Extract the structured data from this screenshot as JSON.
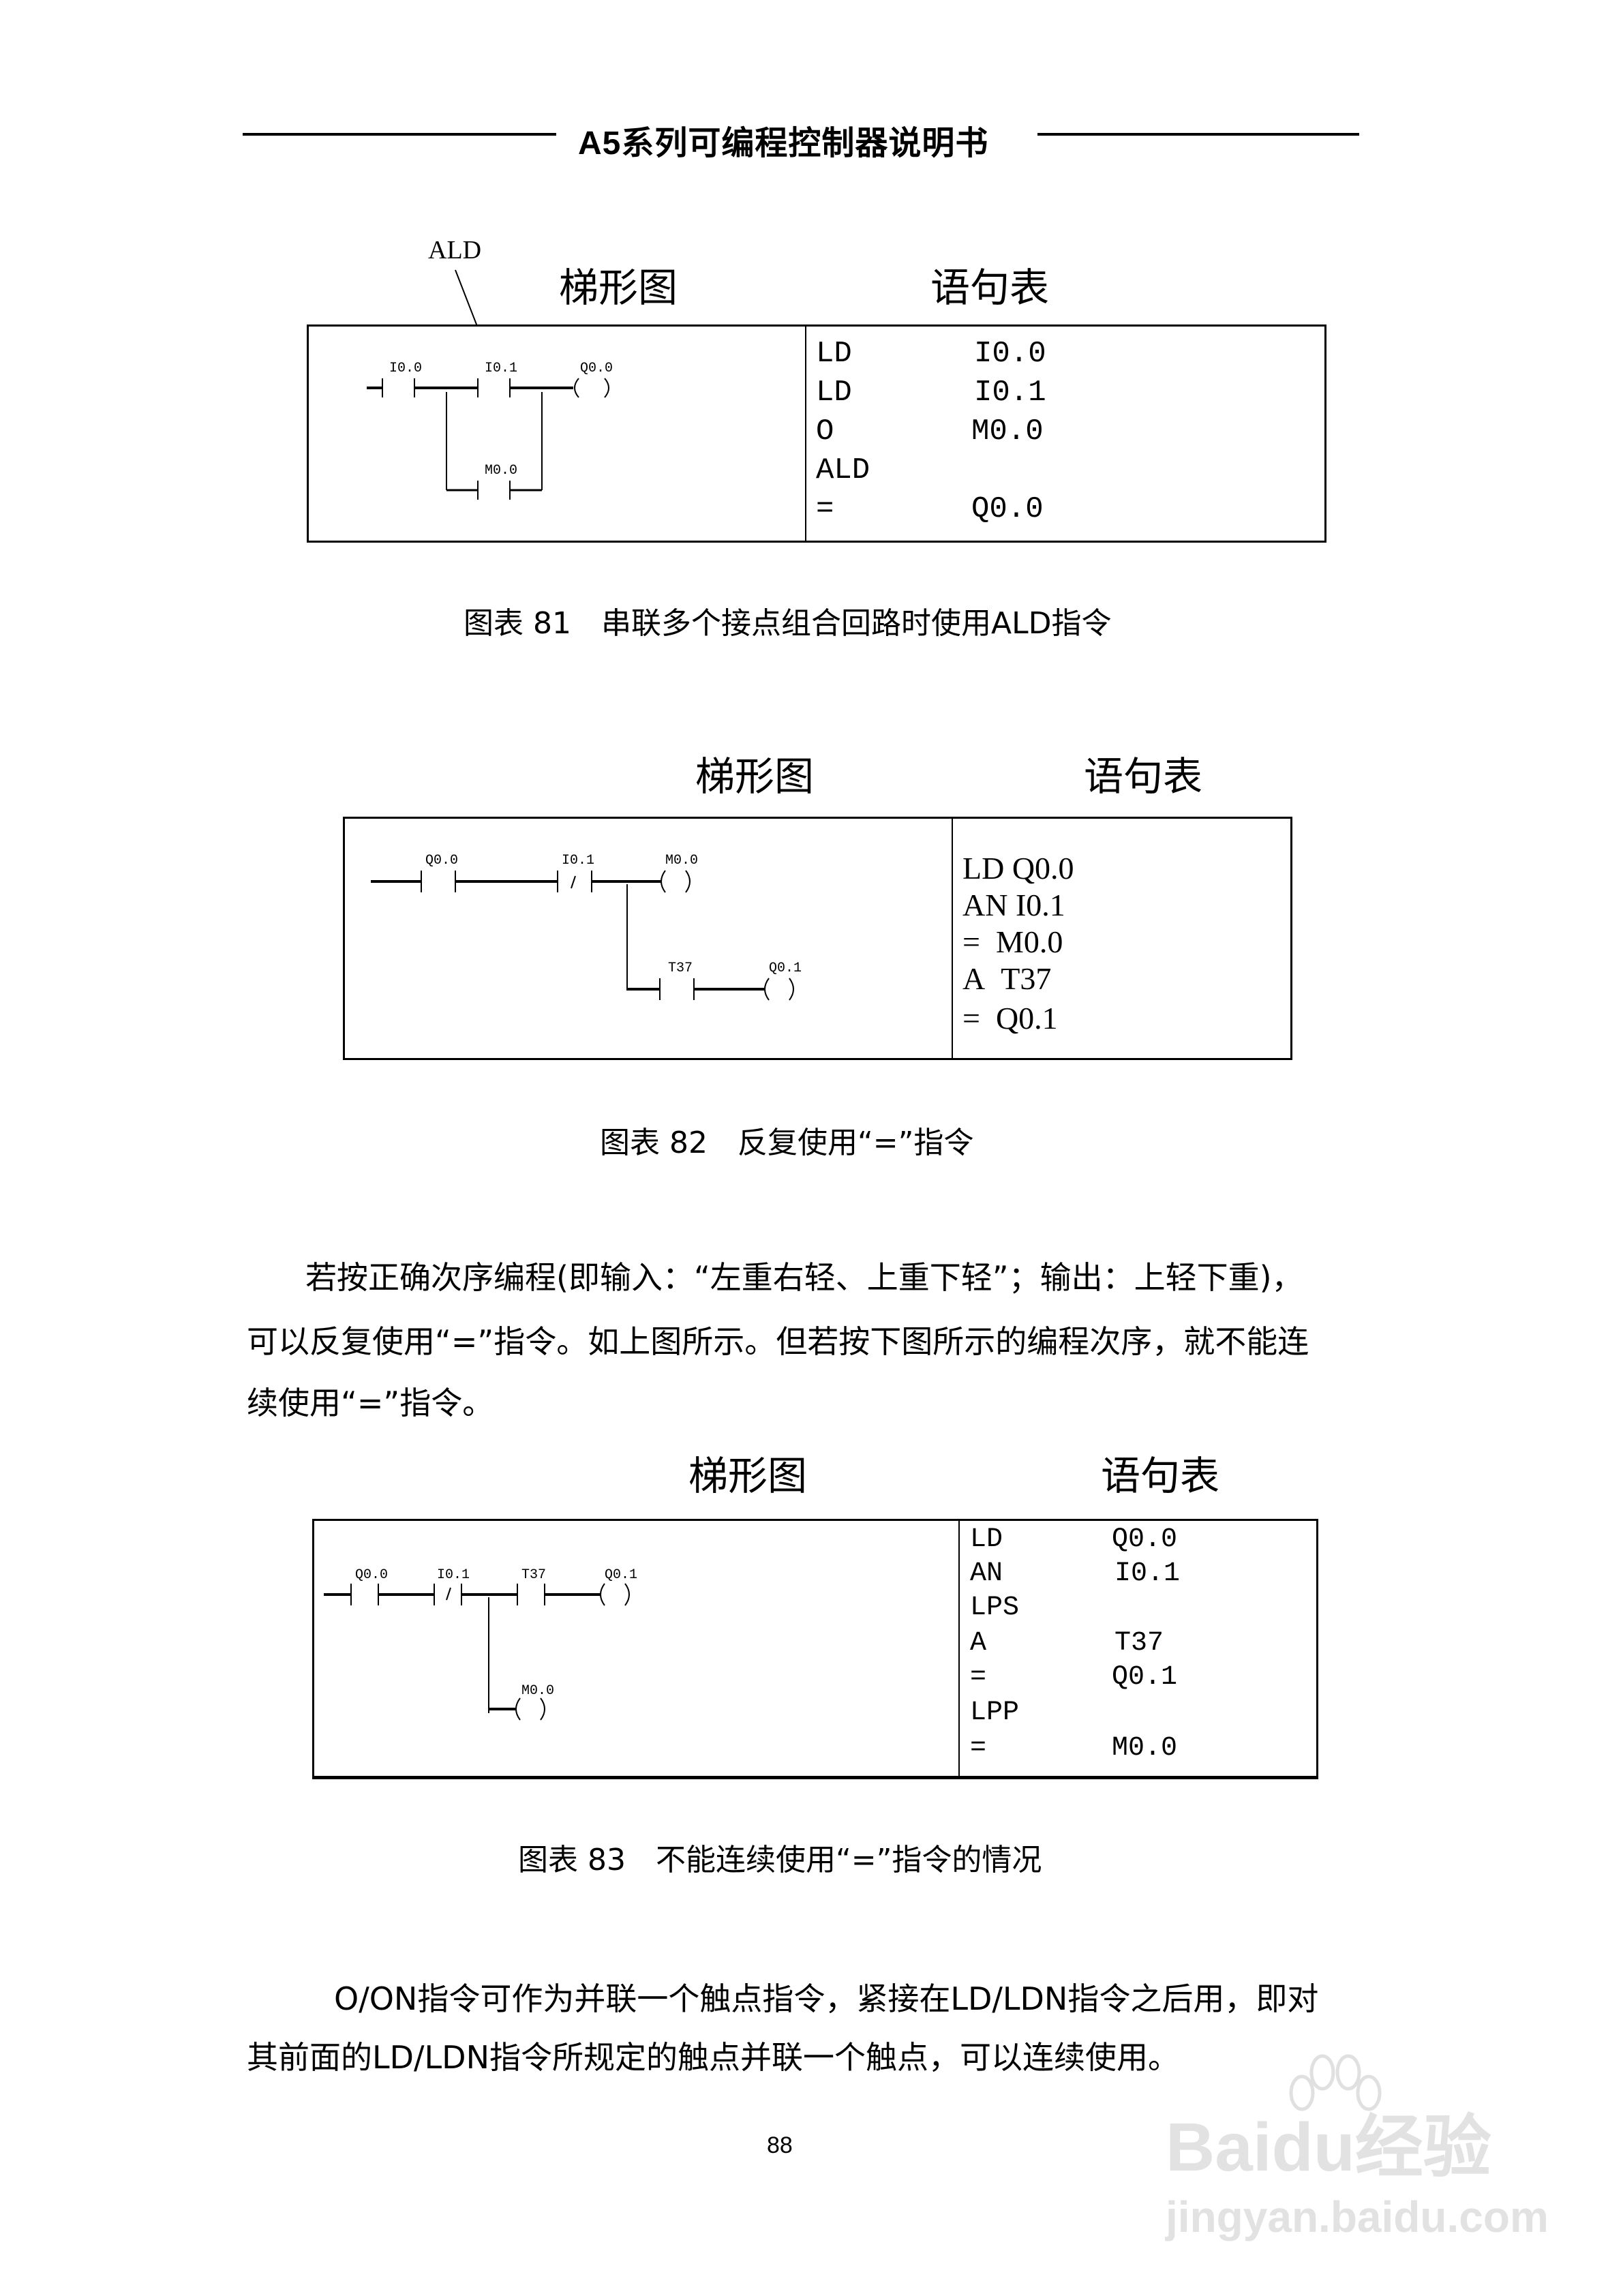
{
  "header": {
    "title": "A5系列可编程控制器说明书"
  },
  "figures": [
    {
      "id": "fig81",
      "annotation": "ALD",
      "ladder_heading": "梯形图",
      "stl_heading": "语句表",
      "ladder": {
        "contacts": [
          "I0.0",
          "I0.1",
          "M0.0"
        ],
        "coils": [
          "Q0.0"
        ]
      },
      "stl": [
        {
          "op": "LD",
          "arg": "I0.0"
        },
        {
          "op": "LD",
          "arg": "I0.1"
        },
        {
          "op": "O",
          "arg": "M0.0"
        },
        {
          "op": "ALD",
          "arg": ""
        },
        {
          "op": "=",
          "arg": "Q0.0"
        }
      ],
      "caption": "图表 81　串联多个接点组合回路时使用ALD指令"
    },
    {
      "id": "fig82",
      "ladder_heading": "梯形图",
      "stl_heading": "语句表",
      "ladder": {
        "contacts": [
          "Q0.0",
          "I0.1",
          "T37"
        ],
        "coils": [
          "M0.0",
          "Q0.1"
        ],
        "negated_contact_mark": "/"
      },
      "stl": [
        {
          "op": "LD",
          "arg": "Q0.0"
        },
        {
          "op": "AN",
          "arg": "I0.1"
        },
        {
          "op": "=",
          "arg": "M0.0"
        },
        {
          "op": "A",
          "arg": "T37"
        },
        {
          "op": "=",
          "arg": "Q0.1"
        }
      ],
      "caption": "图表 82　反复使用“=”指令"
    },
    {
      "id": "fig83",
      "ladder_heading": "梯形图",
      "stl_heading": "语句表",
      "ladder": {
        "contacts": [
          "Q0.0",
          "I0.1",
          "T37"
        ],
        "coils": [
          "Q0.1",
          "M0.0"
        ],
        "negated_contact_mark": "/"
      },
      "stl": [
        {
          "op": "LD",
          "arg": "Q0.0"
        },
        {
          "op": "AN",
          "arg": "I0.1"
        },
        {
          "op": "LPS",
          "arg": ""
        },
        {
          "op": "A",
          "arg": "T37"
        },
        {
          "op": "=",
          "arg": "Q0.1"
        },
        {
          "op": "LPP",
          "arg": ""
        },
        {
          "op": "=",
          "arg": "M0.0"
        }
      ],
      "caption": "图表 83　不能连续使用“=”指令的情况"
    }
  ],
  "paragraphs": [
    {
      "lines": [
        "若按正确次序编程(即输入：“左重右轻、上重下轻”；输出：上轻下重)，",
        "可以反复使用“=”指令。如上图所示。但若按下图所示的编程次序，就不能连",
        "续使用“=”指令。"
      ]
    },
    {
      "lines": [
        "O/ON指令可作为并联一个触点指令，紧接在LD/LDN指令之后用，即对",
        "其前面的LD/LDN指令所规定的触点并联一个触点，可以连续使用。"
      ]
    }
  ],
  "footer": {
    "page_number": "88"
  },
  "watermark": {
    "logo_text": "Baidu",
    "logo_cn": "经验",
    "url": "jingyan.baidu.com"
  }
}
